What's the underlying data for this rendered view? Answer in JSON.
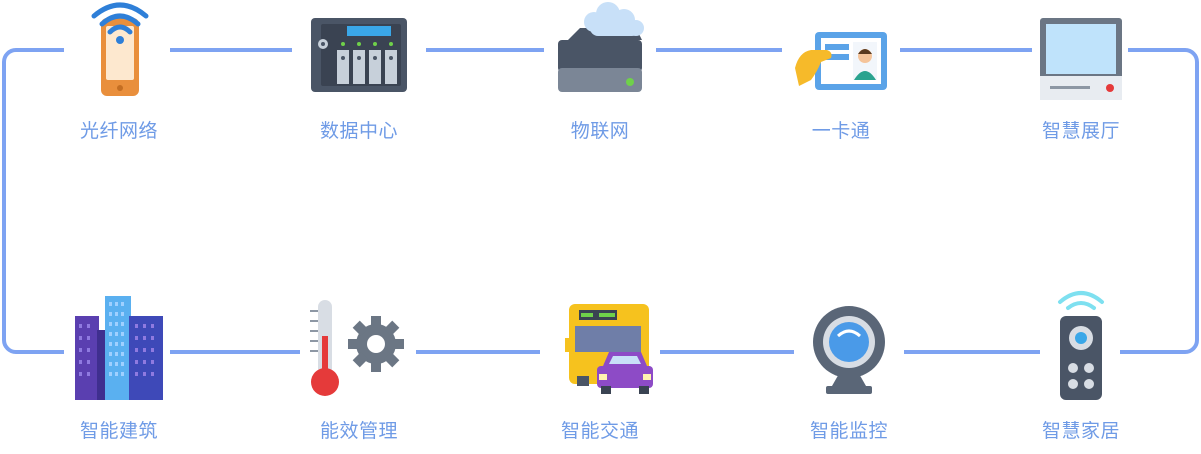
{
  "colors": {
    "line": "#7ea3f2",
    "label": "#6f9be6"
  },
  "top_row": [
    {
      "label": "光纤网络",
      "icon": "smartphone-wifi-icon"
    },
    {
      "label": "数据中心",
      "icon": "nas-server-icon"
    },
    {
      "label": "物联网",
      "icon": "cloud-device-icon"
    },
    {
      "label": "一卡通",
      "icon": "id-card-icon"
    },
    {
      "label": "智慧展厅",
      "icon": "display-monitor-icon"
    }
  ],
  "bottom_row": [
    {
      "label": "智能建筑",
      "icon": "buildings-icon"
    },
    {
      "label": "能效管理",
      "icon": "thermometer-gear-icon"
    },
    {
      "label": "智能交通",
      "icon": "bus-car-icon"
    },
    {
      "label": "智能监控",
      "icon": "webcam-icon"
    },
    {
      "label": "智慧家居",
      "icon": "remote-control-icon"
    }
  ]
}
